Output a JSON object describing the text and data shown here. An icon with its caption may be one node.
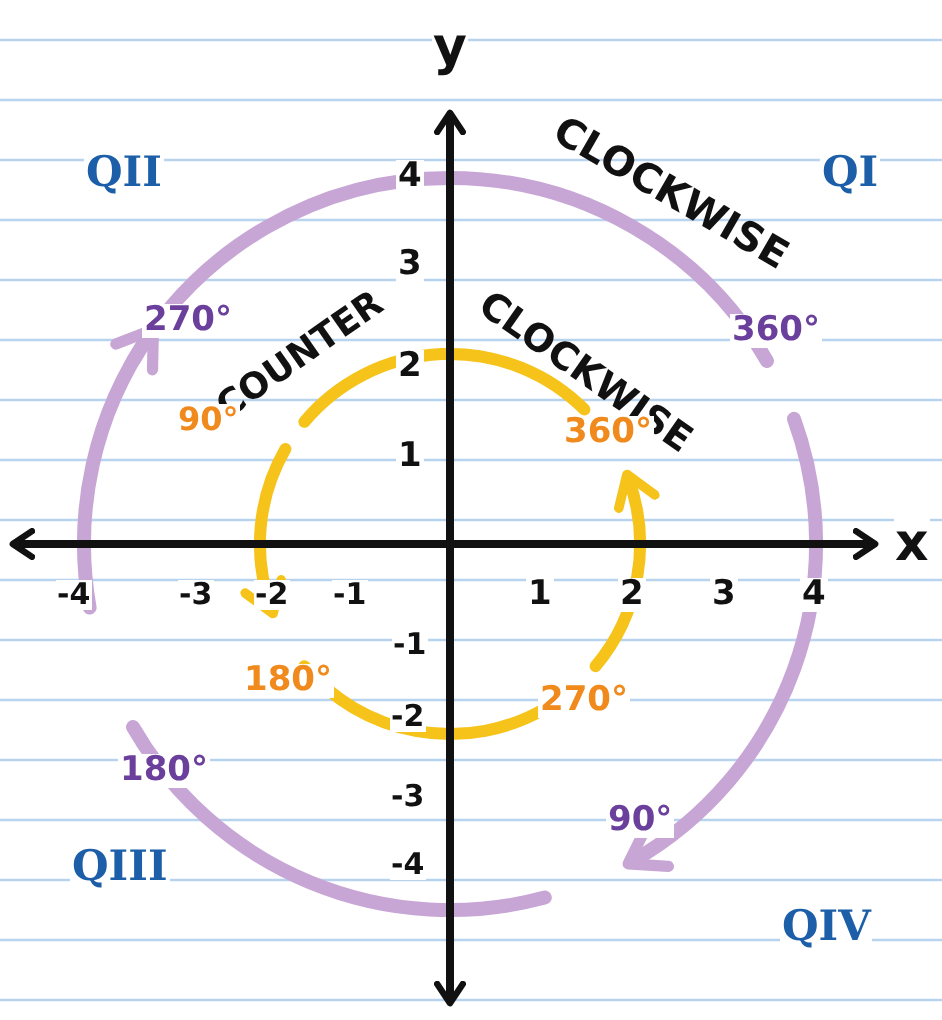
{
  "diagram": {
    "labels": [
      "y",
      "QII",
      "4",
      "CLOCKWISE",
      "QI",
      "3",
      "270°",
      "COUNTER",
      "CLOCKWISE",
      "360°",
      "2",
      "90°",
      "360°",
      "1",
      "x",
      "-4",
      "-3",
      "-2",
      "-1",
      "1",
      "2",
      "3",
      "4",
      "-1",
      "180°",
      "-2",
      "270°",
      "180°",
      "-3",
      "90°",
      "-4",
      "QIII",
      "QIV"
    ]
  }
}
